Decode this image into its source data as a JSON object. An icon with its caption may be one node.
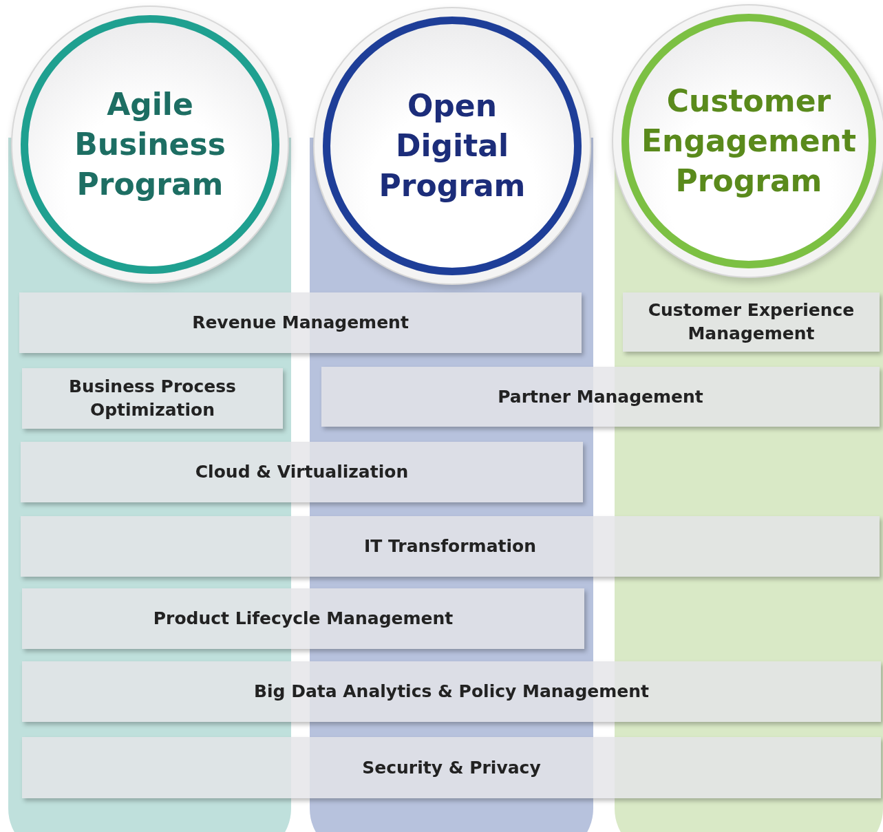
{
  "diagram": {
    "nodes": [
      {
        "text": [],
        "shape": "box"
      },
      {
        "text": [],
        "shape": "box"
      },
      {
        "text": [],
        "shape": "box"
      },
      {
        "text": [
          "Agile Business Program"
        ],
        "in": 0
      },
      {
        "text": [
          "Open Digital Program"
        ],
        "in": 1
      },
      {
        "text": [
          "Customer Engagement Program"
        ],
        "in": 2
      },
      {
        "text": [
          "Revenue Management"
        ]
      },
      {
        "text": [
          "Customer Experience Management"
        ],
        "in": 2
      },
      {
        "text": [
          "Business Process Optimization"
        ],
        "in": 0
      },
      {
        "text": [
          "Partner Management"
        ]
      },
      {
        "text": [
          "Cloud & Virtualization"
        ]
      },
      {
        "text": [
          "IT Transformation"
        ]
      },
      {
        "text": [
          "Product Lifecycle Management"
        ]
      },
      {
        "text": [
          "Big Data Analytics & Policy Management"
        ]
      },
      {
        "text": [
          "Security & Privacy"
        ]
      }
    ]
  }
}
